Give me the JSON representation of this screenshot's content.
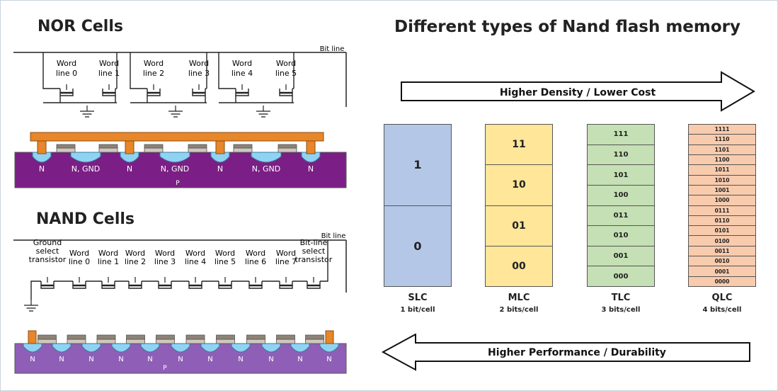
{
  "nor": {
    "title": "NOR Cells",
    "bit_line": "Bit line",
    "word_lines": [
      [
        "Word",
        "line 0"
      ],
      [
        "Word",
        "line 1"
      ],
      [
        "Word",
        "line 2"
      ],
      [
        "Word",
        "line 3"
      ],
      [
        "Word",
        "line 4"
      ],
      [
        "Word",
        "line 5"
      ]
    ],
    "diffusions": [
      "N",
      "N, GND",
      "N",
      "N, GND",
      "N",
      "N, GND",
      "N"
    ],
    "substrate": "P"
  },
  "nand": {
    "title": "NAND Cells",
    "bit_line": "Bit line",
    "labels": [
      [
        "Ground",
        "select",
        "transistor"
      ],
      [
        "Word",
        "line 0"
      ],
      [
        "Word",
        "line 1"
      ],
      [
        "Word",
        "line 2"
      ],
      [
        "Word",
        "line 3"
      ],
      [
        "Word",
        "line 4"
      ],
      [
        "Word",
        "line 5"
      ],
      [
        "Word",
        "line 6"
      ],
      [
        "Word",
        "line 7"
      ],
      [
        "Bit-line",
        "select",
        "transistor"
      ]
    ],
    "diffusions": [
      "N",
      "N",
      "N",
      "N",
      "N",
      "N",
      "N",
      "N",
      "N",
      "N",
      "N"
    ],
    "substrate": "P"
  },
  "flash": {
    "title": "Different types of Nand flash memory",
    "arrow_top": "Higher Density / Lower Cost",
    "arrow_bottom": "Higher Performance / Durability",
    "cells": [
      {
        "name": "SLC",
        "desc": "1 bit/cell",
        "color": "#b4c7e7",
        "states": [
          "1",
          "0"
        ]
      },
      {
        "name": "MLC",
        "desc": "2 bits/cell",
        "color": "#ffe699",
        "states": [
          "11",
          "10",
          "01",
          "00"
        ]
      },
      {
        "name": "TLC",
        "desc": "3 bits/cell",
        "color": "#c5e0b4",
        "states": [
          "111",
          "110",
          "101",
          "100",
          "011",
          "010",
          "001",
          "000"
        ]
      },
      {
        "name": "QLC",
        "desc": "4 bits/cell",
        "color": "#f8cbad",
        "states": [
          "1111",
          "1110",
          "1101",
          "1100",
          "1011",
          "1010",
          "1001",
          "1000",
          "0111",
          "0110",
          "0101",
          "0100",
          "0011",
          "0010",
          "0001",
          "0000"
        ]
      }
    ]
  }
}
